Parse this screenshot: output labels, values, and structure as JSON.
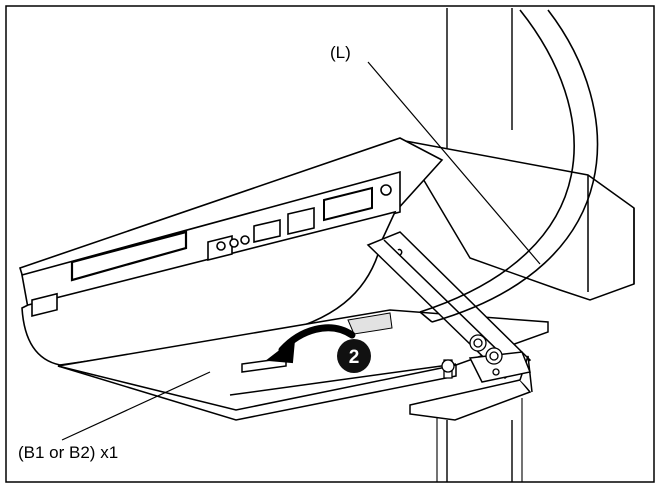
{
  "labels": {
    "strap": "(L)",
    "bracket": "(B1 or B2) x1",
    "step": "2"
  },
  "colors": {
    "line": "#000000",
    "fill": "#ffffff",
    "shade": "#e2e2e2",
    "step_badge": "#111111"
  }
}
